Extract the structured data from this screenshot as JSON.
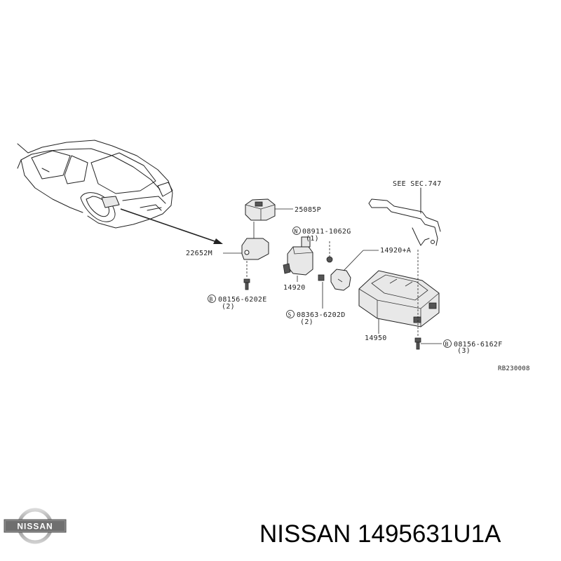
{
  "diagram": {
    "labels": {
      "see_sec": "SEE SEC.747",
      "p25085p": "25085P",
      "p08911": "08911-1062G",
      "p08911_qty": "(1)",
      "p08911_sym": "N",
      "p14920a": "14920+A",
      "p22652m": "22652M",
      "p14920": "14920",
      "p08156e": "08156-6202E",
      "p08156e_qty": "(2)",
      "p08156e_sym": "B",
      "p08363": "08363-6202D",
      "p08363_qty": "(2)",
      "p08363_sym": "S",
      "p14950": "14950",
      "p08156f": "08156-6162F",
      "p08156f_qty": "(3)",
      "p08156f_sym": "B",
      "ref": "RB230008"
    }
  },
  "logo": {
    "text": "NISSAN"
  },
  "title": "NISSAN 1495631U1A"
}
